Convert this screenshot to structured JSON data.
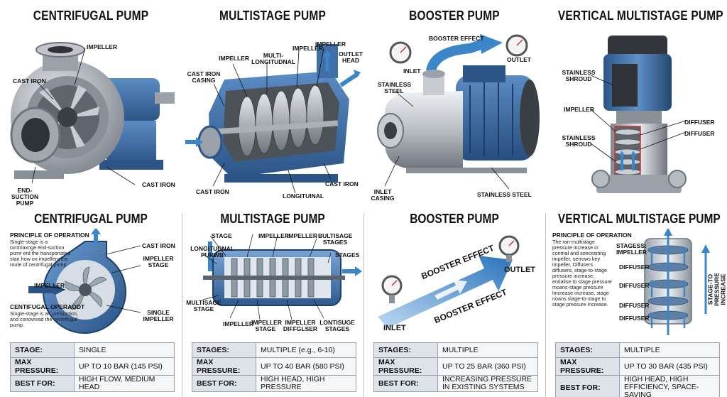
{
  "columns": [
    {
      "title_top": "CENTRIFUGAL PUMP",
      "title_mid": "CENTRIFUGAL PUMP",
      "top_labels": {
        "impeller": "IMPELLER",
        "cast_iron_1": "CAST IRON",
        "cast_iron_2": "CAST IRON",
        "end_suction": "END-SUCTION PUMP"
      },
      "mid_labels": {
        "principle_head": "PRINCIPLE OF OPERATION",
        "principle_text": "Single-stage is a ovntriaxnge end-suction pumr erd the transportated stan how on impelfery the route of centrifugal pump.",
        "cast_iron": "CAST IRON",
        "impeller_stage": "IMPELLER STAGE",
        "impeller": "IMPELLER",
        "operation_head": "CENTIFUGAL OPERAODT",
        "operation_text": "Single-stage is an unnsuction, and conovnrad the centrifugal pump.",
        "single_impeller": "SINGLE IMPELLER"
      },
      "specs": [
        {
          "key": "STAGE:",
          "value": "SINGLE"
        },
        {
          "key": "MAX PRESSURE:",
          "value": "UP TO 10 BAR (145 PSI)"
        },
        {
          "key": "BEST FOR:",
          "value": "HIGH FLOW, MEDIUM HEAD"
        }
      ]
    },
    {
      "title_top": "MULTISTAGE PUMP",
      "title_mid": "MULTISTAGE PUMP",
      "top_labels": {
        "impeller_1": "IMPELLER",
        "multi": "MULTI- LONGITUDNAL",
        "impeller_2": "IMPELLER",
        "impeller_3": "IMPELLER",
        "outlet_head": "OUTLET HEAD",
        "cast_iron_casing": "CAST IRON CASING",
        "cast_iron": "CAST IRON",
        "cast_iron_2": "CAST IRON",
        "longitudinal": "LONGITUINAL"
      },
      "mid_labels": {
        "stage": "STAGE",
        "impeller_1": "IMPELLER",
        "impeller_2": "IMPELLER",
        "bultisage": "BULTISAGE STAGES",
        "longitudinal": "LONGITUDNAL PURWB",
        "stages": "STAGES",
        "multisage": "MULTISAGE STAGE",
        "impeller_3": "IMPELLER",
        "impeller_stage": "IMPELLER STAGE",
        "impeller_diff": "IMPELLER DIFFGLSER",
        "lontisuge": "LONTISUGE STAGES"
      },
      "specs": [
        {
          "key": "STAGES:",
          "value": "MULTIPLE (e.g., 6-10)"
        },
        {
          "key": "MAX PRESSURE:",
          "value": "UP TO 40 BAR (580 PSI)"
        },
        {
          "key": "BEST FOR:",
          "value": "HIGH HEAD, HIGH PRESSURE"
        }
      ]
    },
    {
      "title_top": "BOOSTER PUMP",
      "title_mid": "BOOSTER PUMP",
      "top_labels": {
        "booster_effect": "BOOSTER EFFECT",
        "inlet": "INLET",
        "outlet": "OUTLET",
        "stainless_steel": "STAINLESS STEEL",
        "inlet_casing": "INLET CASING",
        "stainless_steel_2": "STAINLESS STEEL"
      },
      "mid_labels": {
        "booster_effect_1": "BOOSTER EFFECT",
        "booster_effect_2": "BOOSTER EFFECT",
        "outlet": "OUTLET",
        "inlet": "INLET"
      },
      "specs": [
        {
          "key": "STAGES:",
          "value": "MULTIPLE"
        },
        {
          "key": "MAX PRESSURE:",
          "value": "UP TO 25 BAR (360 PSI)"
        },
        {
          "key": "BEST FOR:",
          "value": "INCREASING PRESSURE IN EXISTING SYSTEMS"
        }
      ]
    },
    {
      "title_top": "VERTICAL MULTISTAGE PUMP",
      "title_mid": "VERTICAL MULTISTAGE PUMP",
      "top_labels": {
        "stainless_shroud_1": "STAINLESS SHROUD",
        "impeller": "IMPELLER",
        "diffuser_1": "DIFFUSER",
        "diffuser_2": "DIFFUSER",
        "stainless_shroud_2": "STAINLESS SHROUD"
      },
      "mid_labels": {
        "principle_head": "PRINCIPLE OF OPERATION",
        "principle_text": "The ran-multistage pressure increase in contnal and soecesiting impeller, serrows key impeller, Diffusers diffusers, stage-to-stage pressure increase, entialise to stage pressure moans-stage pressure lmcrease increase, stage noans stage-to-stage to stage pressure increase.",
        "stagess": "STAGESS: IMPELLER",
        "diffuser_1": "DIFFUSER",
        "diffuser_2": "DIFFUSER",
        "diffuser_3": "DIFFUSER",
        "diffuser_4": "DIFFUSER",
        "stage_pressure": "STAGE-TO PRESSURE INCREASE"
      },
      "specs": [
        {
          "key": "STAGES:",
          "value": "MULTIPLE"
        },
        {
          "key": "MAX PRESSURE:",
          "value": "UP TO 30 BAR (435 PSI)"
        },
        {
          "key": "BEST FOR:",
          "value": "HIGH HEAD, HIGH EFFICIENCY, SPACE-SAVING"
        }
      ]
    }
  ],
  "colors": {
    "pump_blue": "#3f6fa6",
    "steel": "#b9bec4",
    "arrow_blue": "#3a86c8",
    "table_key": "#dde3e8"
  }
}
